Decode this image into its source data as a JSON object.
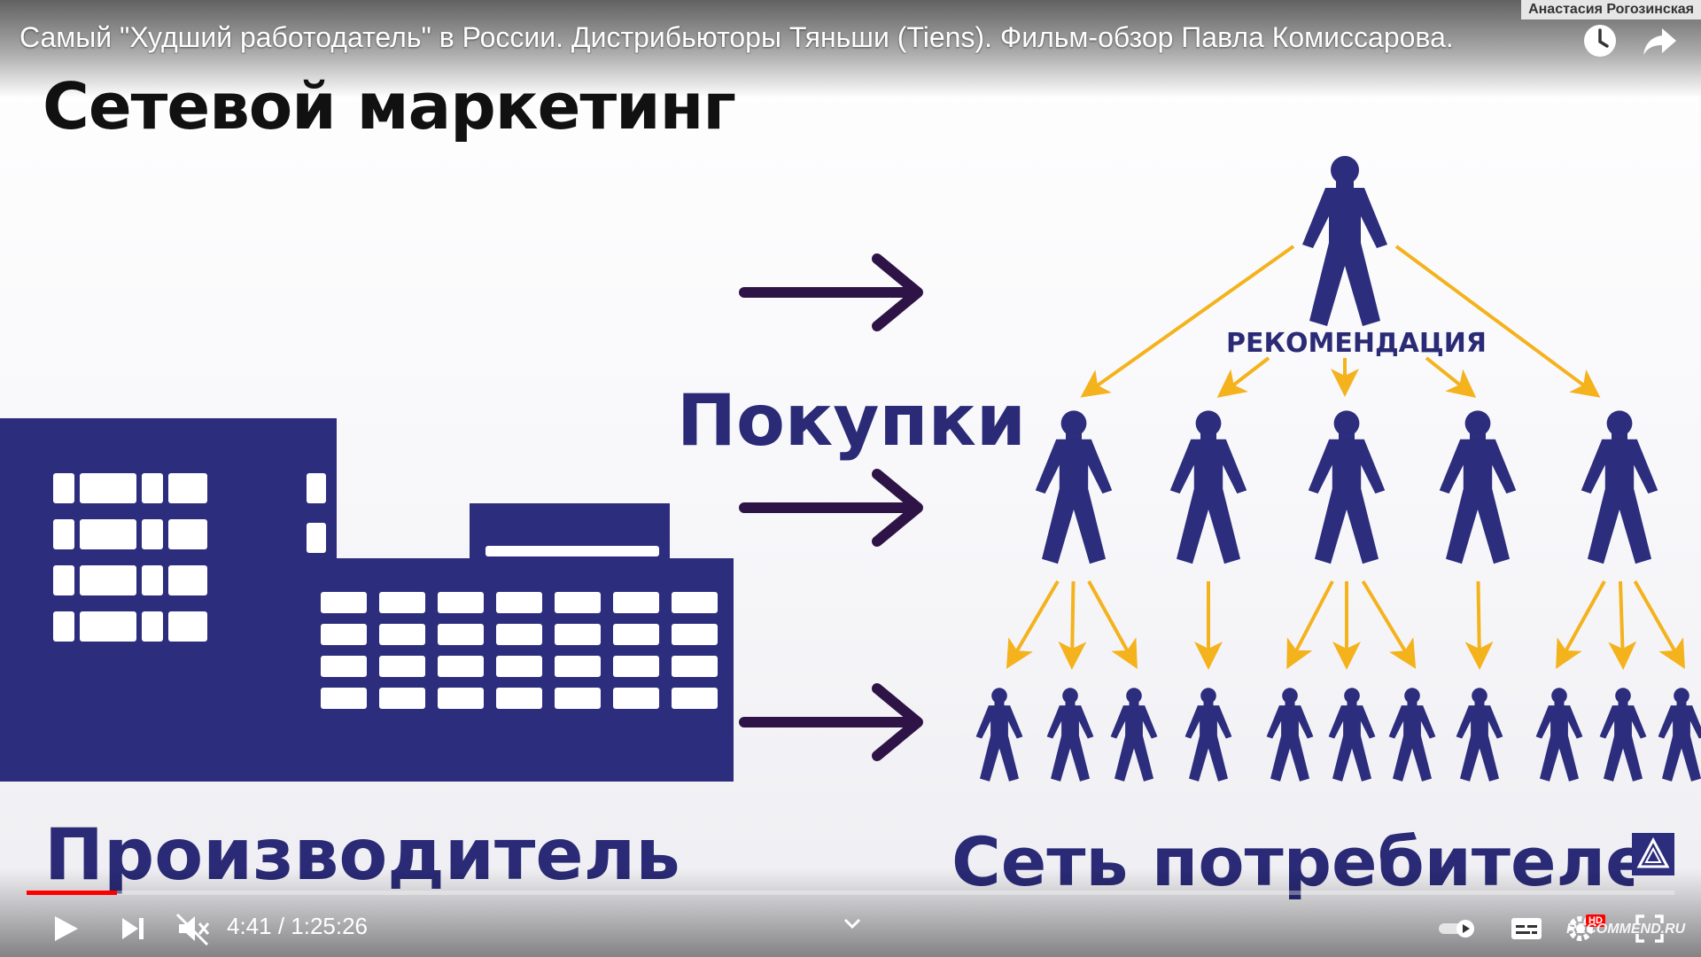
{
  "player": {
    "video_title": "Самый \"Худший работодатель\" в России. Дистрибьюторы Тяньши (Tiens). Фильм-обзор Павла Комиссарова.",
    "channel_tag": "Анастасия Рогозинская",
    "current_time": "4:41",
    "duration": "1:25:26",
    "time_display": "4:41 / 1:25:26",
    "progress": 0.0548,
    "muted": true,
    "hd_badge": "HD",
    "icons": {
      "watch_later": "clock-icon",
      "share": "share-arrow-icon",
      "play": "play-icon",
      "next": "skip-next-icon",
      "mute": "volume-muted-icon",
      "chevron": "chevron-down-icon",
      "autoplay": "autoplay-toggle-icon",
      "captions": "subtitles-icon",
      "settings": "gear-icon",
      "fullscreen": "fullscreen-icon"
    },
    "colors": {
      "progress": "#ff0000",
      "controls": "#ffffff"
    }
  },
  "slide": {
    "heading": "Сетевой маркетинг",
    "purchases_label": "Покупки",
    "recommendation_label": "РЕКОМЕНДАЦИЯ",
    "producer_label": "Производитель",
    "network_label": "Сеть потребителей",
    "colors": {
      "figure": "#2d2d7d",
      "arrow": "#2e1446",
      "recommendation_arrow": "#f4b21c",
      "building": "#2d2d7d"
    }
  },
  "watermark": "RECOMMEND.RU"
}
